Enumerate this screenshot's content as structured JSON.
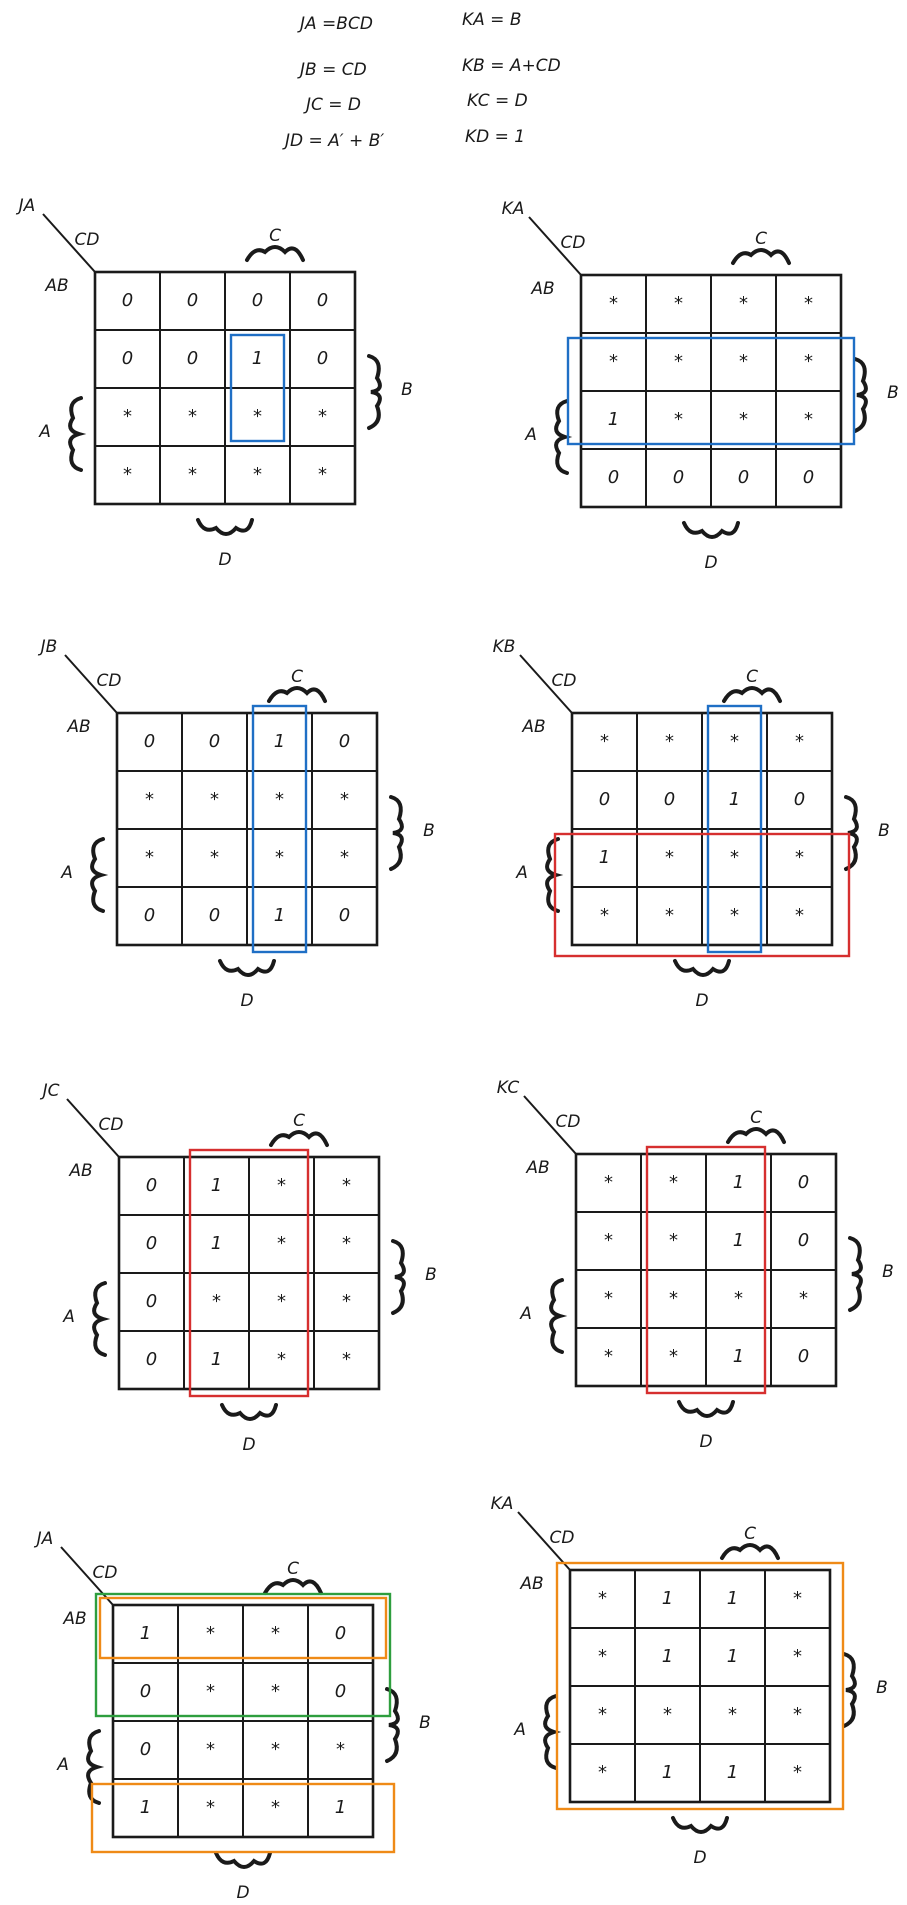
{
  "equations": [
    {
      "left": "JA =BCD",
      "right": "KA = B"
    },
    {
      "left": "JB = CD",
      "right": "KB = A+CD"
    },
    {
      "left": "JC = D",
      "right": "KC = D"
    },
    {
      "left": "JD = A′ + B′",
      "right": "KD = 1"
    }
  ],
  "axis_labels": {
    "corner_cols": "CD",
    "corner_rows": "AB",
    "c": "C",
    "b": "B",
    "a": "A",
    "d": "D"
  },
  "colors": {
    "blue": "#1f6fc5",
    "red": "#d62f2f",
    "green": "#2e9e3e",
    "orange": "#ef8a17",
    "ink": "#1a1a1a"
  },
  "maps": [
    {
      "name": "JA",
      "cells": [
        [
          "0",
          "0",
          "0",
          "0"
        ],
        [
          "0",
          "0",
          "1",
          "0"
        ],
        [
          "*",
          "*",
          "*",
          "*"
        ],
        [
          "*",
          "*",
          "*",
          "*"
        ]
      ],
      "groups": [
        {
          "color": "blue",
          "r0": 1,
          "c0": 2,
          "r1": 2,
          "c1": 2
        }
      ]
    },
    {
      "name": "KA",
      "cells": [
        [
          "*",
          "*",
          "*",
          "*"
        ],
        [
          "*",
          "*",
          "*",
          "*"
        ],
        [
          "1",
          "*",
          "*",
          "*"
        ],
        [
          "0",
          "0",
          "0",
          "0"
        ]
      ],
      "groups": [
        {
          "color": "blue",
          "r0": 1,
          "c0": 0,
          "r1": 2,
          "c1": 3
        }
      ]
    },
    {
      "name": "JB",
      "cells": [
        [
          "0",
          "0",
          "1",
          "0"
        ],
        [
          "*",
          "*",
          "*",
          "*"
        ],
        [
          "*",
          "*",
          "*",
          "*"
        ],
        [
          "0",
          "0",
          "1",
          "0"
        ]
      ],
      "groups": [
        {
          "color": "blue",
          "r0": 0,
          "c0": 2,
          "r1": 3,
          "c1": 2
        }
      ]
    },
    {
      "name": "KB",
      "cells": [
        [
          "*",
          "*",
          "*",
          "*"
        ],
        [
          "0",
          "0",
          "1",
          "0"
        ],
        [
          "1",
          "*",
          "*",
          "*"
        ],
        [
          "*",
          "*",
          "*",
          "*"
        ]
      ],
      "groups": [
        {
          "color": "blue",
          "r0": 0,
          "c0": 2,
          "r1": 3,
          "c1": 2
        },
        {
          "color": "red",
          "r0": 2,
          "c0": 0,
          "r1": 3,
          "c1": 3
        }
      ]
    },
    {
      "name": "JC",
      "cells": [
        [
          "0",
          "1",
          "*",
          "*"
        ],
        [
          "0",
          "1",
          "*",
          "*"
        ],
        [
          "0",
          "*",
          "*",
          "*"
        ],
        [
          "0",
          "1",
          "*",
          "*"
        ]
      ],
      "groups": [
        {
          "color": "red",
          "r0": 0,
          "c0": 1,
          "r1": 3,
          "c1": 2
        }
      ]
    },
    {
      "name": "KC",
      "cells": [
        [
          "*",
          "*",
          "1",
          "0"
        ],
        [
          "*",
          "*",
          "1",
          "0"
        ],
        [
          "*",
          "*",
          "*",
          "*"
        ],
        [
          "*",
          "*",
          "1",
          "0"
        ]
      ],
      "groups": [
        {
          "color": "red",
          "r0": 0,
          "c0": 1,
          "r1": 3,
          "c1": 2
        }
      ]
    },
    {
      "name": "JA",
      "cells": [
        [
          "1",
          "*",
          "*",
          "0"
        ],
        [
          "0",
          "*",
          "*",
          "0"
        ],
        [
          "0",
          "*",
          "*",
          "*"
        ],
        [
          "1",
          "*",
          "*",
          "1"
        ]
      ],
      "groups": [
        {
          "color": "orange",
          "r0": 0,
          "c0": 0,
          "r1": 0,
          "c1": 3
        },
        {
          "color": "green",
          "r0": 0,
          "c0": 0,
          "r1": 1,
          "c1": 3
        },
        {
          "color": "orange",
          "r0": 3,
          "c0": 0,
          "r1": 3,
          "c1": 3
        }
      ]
    },
    {
      "name": "KA",
      "cells": [
        [
          "*",
          "1",
          "1",
          "*"
        ],
        [
          "*",
          "1",
          "1",
          "*"
        ],
        [
          "*",
          "*",
          "*",
          "*"
        ],
        [
          "*",
          "1",
          "1",
          "*"
        ]
      ],
      "groups": [
        {
          "color": "orange",
          "r0": 0,
          "c0": 0,
          "r1": 3,
          "c1": 3
        }
      ]
    }
  ]
}
